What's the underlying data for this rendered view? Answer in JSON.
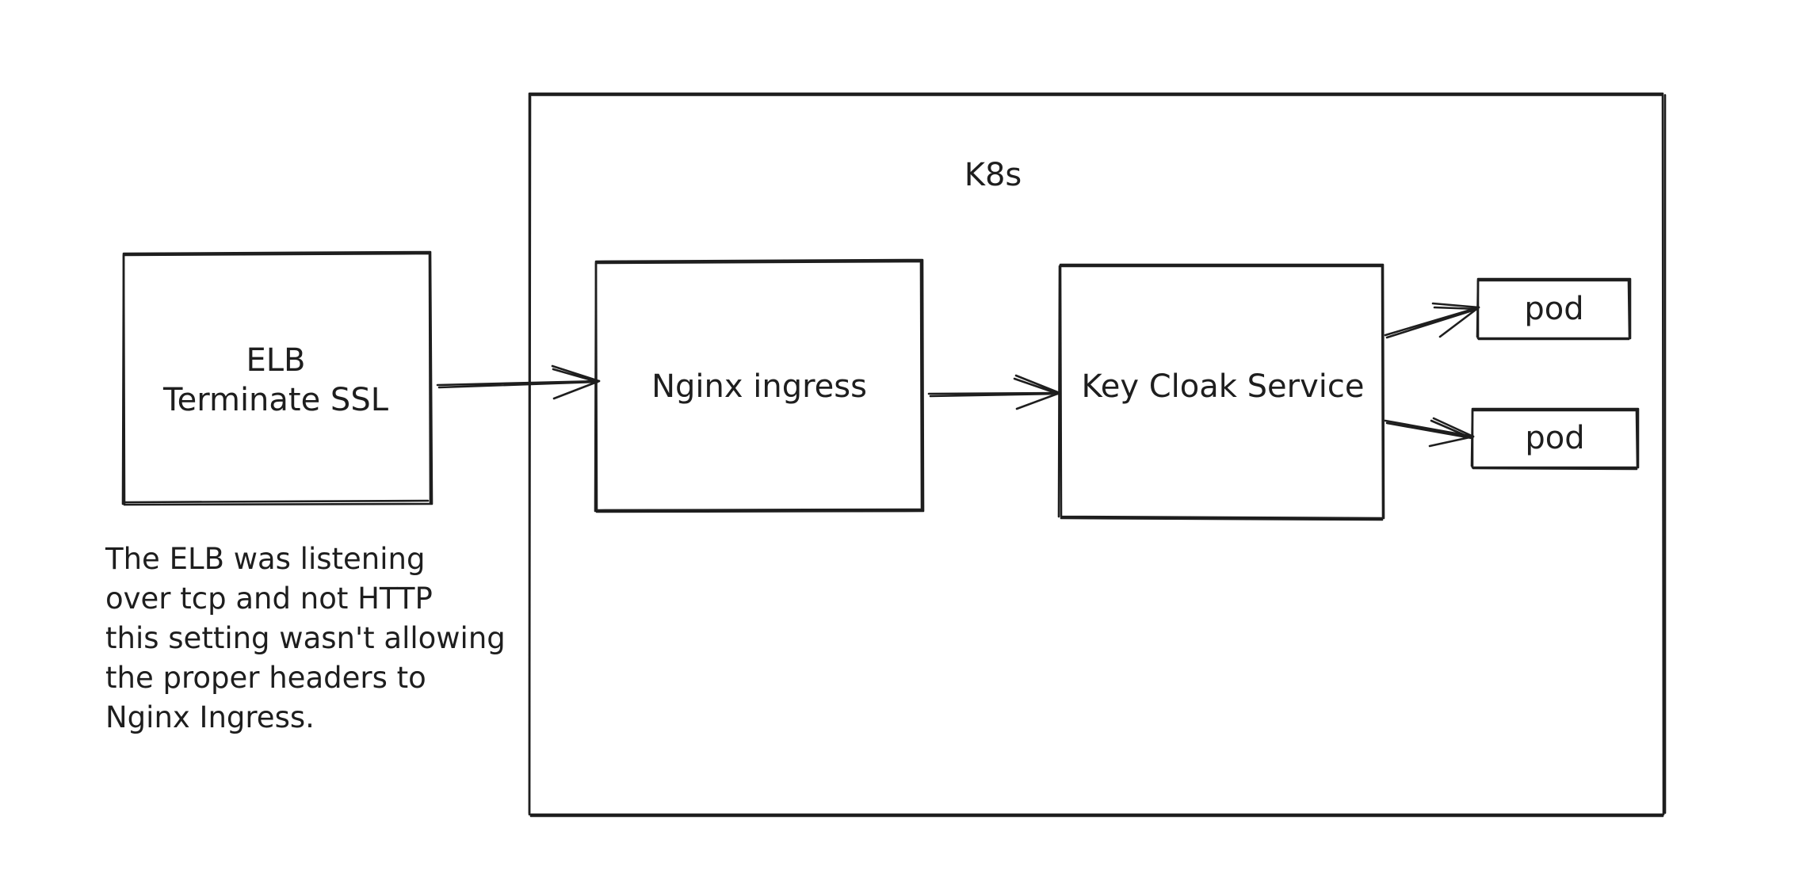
{
  "nodes": {
    "k8s": {
      "label": "K8s"
    },
    "elb": {
      "line1": "ELB",
      "line2": "Terminate SSL"
    },
    "nginx": {
      "label": "Nginx ingress"
    },
    "keycloak": {
      "label": "Key Cloak Service"
    },
    "pod_top": {
      "label": "pod"
    },
    "pod_bottom": {
      "label": "pod"
    }
  },
  "edges": [
    {
      "from": "elb",
      "to": "nginx"
    },
    {
      "from": "nginx",
      "to": "keycloak"
    },
    {
      "from": "keycloak",
      "to": "pod_top"
    },
    {
      "from": "keycloak",
      "to": "pod_bottom"
    }
  ],
  "note": {
    "lines": [
      "The ELB was listening",
      "over tcp and not HTTP",
      "this setting wasn't allowing",
      "the proper headers to",
      "Nginx Ingress."
    ]
  },
  "colors": {
    "stroke": "#1e1e1e",
    "background": "#ffffff"
  }
}
